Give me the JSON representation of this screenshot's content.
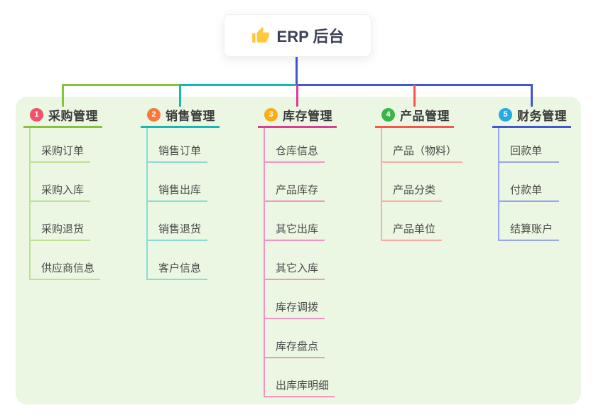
{
  "root": {
    "title": "ERP 后台",
    "icon": "thumbs-up",
    "line_color": "#4356D2"
  },
  "panel": {
    "bg": "#EBF7E3"
  },
  "connector": {
    "left_color": "#85C23E",
    "mid_color": "#16B8B0",
    "right_color": "#4356D2"
  },
  "branches": [
    {
      "number": "1",
      "title": "采购管理",
      "badge_color": "#F4516C",
      "line_color": "#85C23E",
      "child_line_color": "#BCE095",
      "children": [
        "采购订单",
        "采购入库",
        "采购退货",
        "供应商信息"
      ]
    },
    {
      "number": "2",
      "title": "销售管理",
      "badge_color": "#F5793B",
      "line_color": "#16B8B0",
      "child_line_color": "#8ADCD4",
      "children": [
        "销售订单",
        "销售出库",
        "销售退货",
        "客户信息"
      ]
    },
    {
      "number": "3",
      "title": "库存管理",
      "badge_color": "#FBAD17",
      "line_color": "#DE3B93",
      "child_line_color": "#F494C5",
      "children": [
        "仓库信息",
        "产品库存",
        "其它出库",
        "其它入库",
        "库存调拨",
        "库存盘点",
        "出库库明细"
      ]
    },
    {
      "number": "4",
      "title": "产品管理",
      "badge_color": "#3BB54A",
      "line_color": "#F8564C",
      "child_line_color": "#FBACA4",
      "children": [
        "产品（物料）",
        "产品分类",
        "产品单位"
      ]
    },
    {
      "number": "5",
      "title": "财务管理",
      "badge_color": "#29A9E1",
      "line_color": "#4356D2",
      "child_line_color": "#97A7E8",
      "children": [
        "回款单",
        "付款单",
        "结算账户"
      ]
    }
  ]
}
